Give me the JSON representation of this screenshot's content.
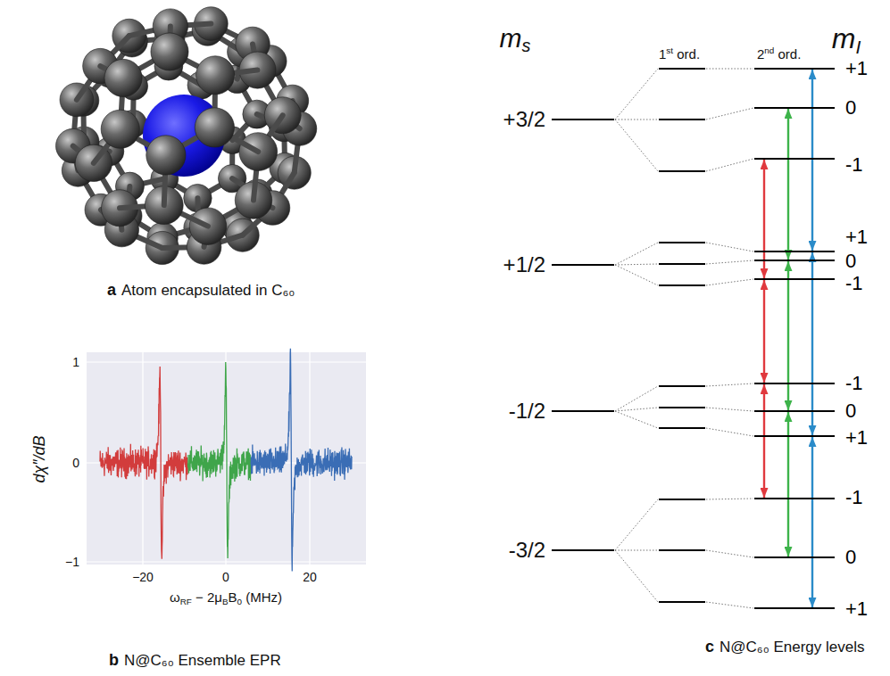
{
  "diagram": {
    "nodes": [
      {
        "text": [
          "+1"
        ]
      },
      {
        "text": [
          "0"
        ]
      },
      {
        "text": [
          "-1"
        ]
      },
      {
        "text": [
          "+1"
        ]
      },
      {
        "text": [
          "0"
        ]
      },
      {
        "text": [
          "-1"
        ]
      },
      {
        "text": [
          "-1"
        ]
      },
      {
        "text": [
          "0"
        ]
      },
      {
        "text": [
          "+1"
        ]
      },
      {
        "text": [
          "-1"
        ]
      },
      {
        "text": [
          "0"
        ]
      },
      {
        "text": [
          "+1"
        ]
      }
    ],
    "edges": [
      {
        "from": 2,
        "to": 5,
        "arrow": "both"
      },
      {
        "from": 5,
        "to": 6,
        "arrow": "both"
      },
      {
        "from": 6,
        "to": 9,
        "arrow": "both"
      },
      {
        "from": 1,
        "to": 4,
        "arrow": "both"
      },
      {
        "from": 4,
        "to": 7,
        "arrow": "both"
      },
      {
        "from": 7,
        "to": 10,
        "arrow": "both"
      },
      {
        "from": 0,
        "to": 3,
        "arrow": "both"
      },
      {
        "from": 3,
        "to": 8,
        "arrow": "both"
      },
      {
        "from": 8,
        "to": 11,
        "arrow": "both"
      }
    ],
    "labels": [
      "a",
      "Atom encapsulated in C₆₀",
      "1",
      "0",
      "−1",
      "−20",
      "0",
      "20",
      "dχ″/dB",
      "ωRF − 2μBB0 (MHz)",
      "b",
      "N@C₆₀ Ensemble EPR",
      "ms",
      "mI",
      "+3/2",
      "+1/2",
      "-1/2",
      "-3/2",
      "1st ord.",
      "2nd ord.",
      "c",
      "N@C₆₀ Energy levels"
    ]
  }
}
